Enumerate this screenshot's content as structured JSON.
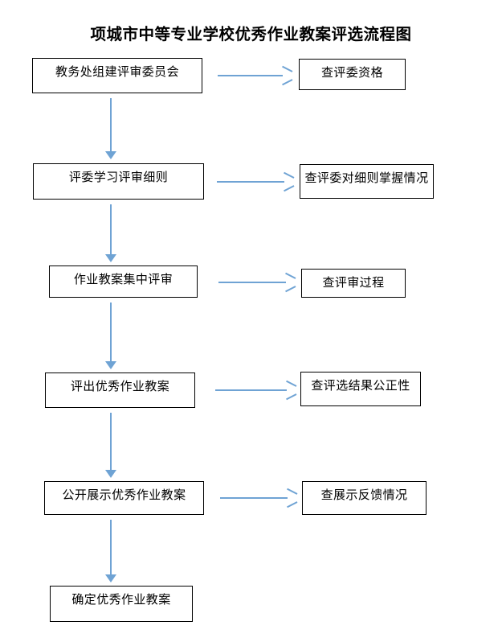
{
  "title": "项城市中等专业学校优秀作业教案评选流程图",
  "colors": {
    "arrow": "#6FA3D4",
    "box_border": "#000000",
    "text": "#000000",
    "background": "#ffffff"
  },
  "chart_data": {
    "type": "diagram",
    "title": "项城市中等专业学校优秀作业教案评选流程图",
    "diagram_kind": "flowchart",
    "orientation": "top-to-bottom with side checkpoints",
    "main_steps": [
      "教务处组建评审委员会",
      "评委学习评审细则",
      "作业教案集中评审",
      "评出优秀作业教案",
      "公开展示优秀作业教案",
      "确定优秀作业教案"
    ],
    "check_steps": [
      "查评委资格",
      "查评委对细则掌握情况",
      "查评审过程",
      "查评选结果公正性",
      "查展示反馈情况"
    ],
    "edges": [
      {
        "from": "教务处组建评审委员会",
        "to": "评委学习评审细则",
        "direction": "down"
      },
      {
        "from": "评委学习评审细则",
        "to": "作业教案集中评审",
        "direction": "down"
      },
      {
        "from": "作业教案集中评审",
        "to": "评出优秀作业教案",
        "direction": "down"
      },
      {
        "from": "评出优秀作业教案",
        "to": "公开展示优秀作业教案",
        "direction": "down"
      },
      {
        "from": "公开展示优秀作业教案",
        "to": "确定优秀作业教案",
        "direction": "down"
      },
      {
        "from": "教务处组建评审委员会",
        "to": "查评委资格",
        "direction": "right"
      },
      {
        "from": "评委学习评审细则",
        "to": "查评委对细则掌握情况",
        "direction": "right"
      },
      {
        "from": "作业教案集中评审",
        "to": "查评审过程",
        "direction": "right"
      },
      {
        "from": "评出优秀作业教案",
        "to": "查评选结果公正性",
        "direction": "right"
      },
      {
        "from": "公开展示优秀作业教案",
        "to": "查展示反馈情况",
        "direction": "right"
      }
    ]
  },
  "main_column": [
    {
      "label": "教务处组建评审委员会"
    },
    {
      "label": "评委学习评审细则"
    },
    {
      "label": "作业教案集中评审"
    },
    {
      "label": "评出优秀作业教案"
    },
    {
      "label": "公开展示优秀作业教案"
    },
    {
      "label": "确定优秀作业教案"
    }
  ],
  "check_column": [
    {
      "label": "查评委资格"
    },
    {
      "label": "查评委对细则掌握情况"
    },
    {
      "label": "查评审过程"
    },
    {
      "label": "查评选结果公正性"
    },
    {
      "label": "查展示反馈情况"
    }
  ]
}
